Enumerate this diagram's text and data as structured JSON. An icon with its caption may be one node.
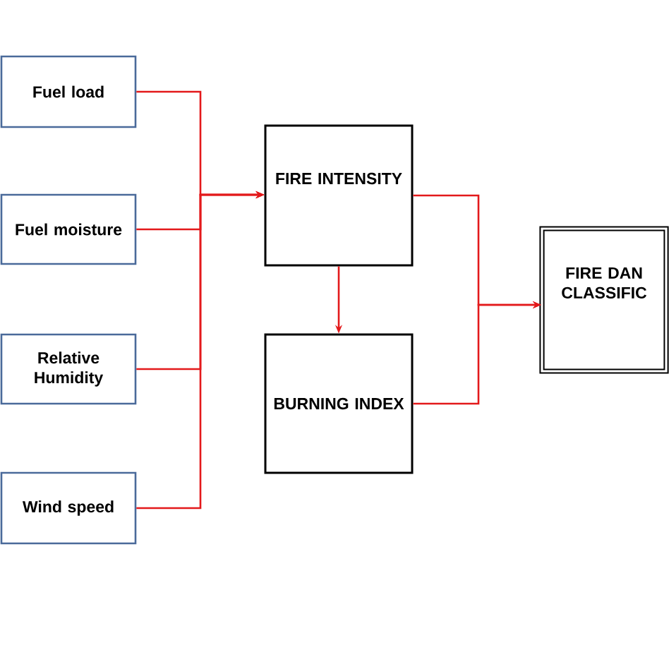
{
  "diagram": {
    "nodes": [
      {
        "text": [
          "Fuel load"
        ]
      },
      {
        "text": [
          "Fuel moisture"
        ]
      },
      {
        "text": [
          "Relative Humidity"
        ]
      },
      {
        "text": [
          "Wind speed"
        ]
      },
      {
        "text": [
          "FIRE INTENSITY"
        ]
      },
      {
        "text": [
          "BURNING INDEX"
        ]
      },
      {
        "text": [
          "FIRE DAN CLASSIFIC"
        ]
      }
    ],
    "edges": [
      {
        "from": 0,
        "to": 4,
        "arrow": "to"
      },
      {
        "from": 1,
        "to": 4,
        "arrow": "to"
      },
      {
        "from": 2,
        "to": 4,
        "arrow": "to"
      },
      {
        "from": 3,
        "to": 4,
        "arrow": "to"
      },
      {
        "from": 4,
        "to": 5,
        "arrow": "to"
      },
      {
        "from": 4,
        "to": 6,
        "arrow": "to"
      },
      {
        "from": 5,
        "to": 6,
        "arrow": "to"
      }
    ]
  }
}
